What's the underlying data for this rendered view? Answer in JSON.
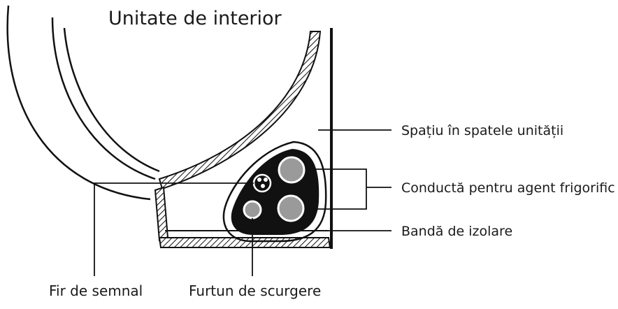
{
  "diagram": {
    "title": "Unitate de interior",
    "labels": {
      "space_behind": "Spațiu în spatele unității",
      "refrigerant_pipe": "Conductă pentru agent frigorific",
      "insulation_tape": "Bandă de izolare",
      "signal_wire": "Fir de semnal",
      "drain_hose": "Furtun de scurgere"
    },
    "colors": {
      "line": "#111111",
      "pipe_fill": "#9a9a9a",
      "bundle_fill": "#111111",
      "background": "#ffffff"
    }
  }
}
